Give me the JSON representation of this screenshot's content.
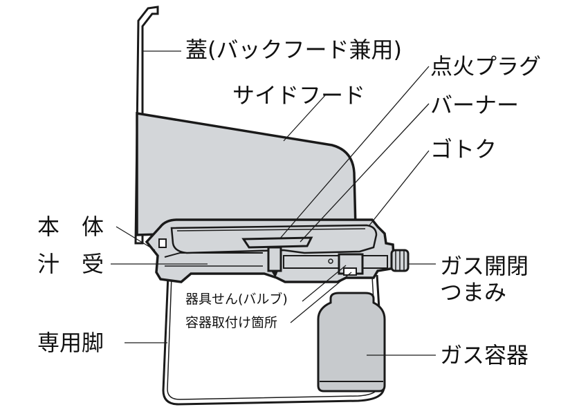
{
  "labels": {
    "lid": "蓋(バックフード兼用)",
    "side_hood": "サイドフード",
    "igniter_plug": "点火プラグ",
    "burner": "バーナー",
    "trivet": "ゴトク",
    "body": "本　体",
    "drip_tray": "汁　受",
    "gas_knob": "ガス開閉\nつまみ",
    "valve": "器具せん(バルブ)",
    "container_mount": "容器取付け箇所",
    "stand": "専用脚",
    "gas_canister": "ガス容器"
  },
  "colors": {
    "stroke": "#1a1a1a",
    "body_fill": "#d3d6d9",
    "canister_fill": "#c7cacd",
    "background": "#ffffff"
  }
}
